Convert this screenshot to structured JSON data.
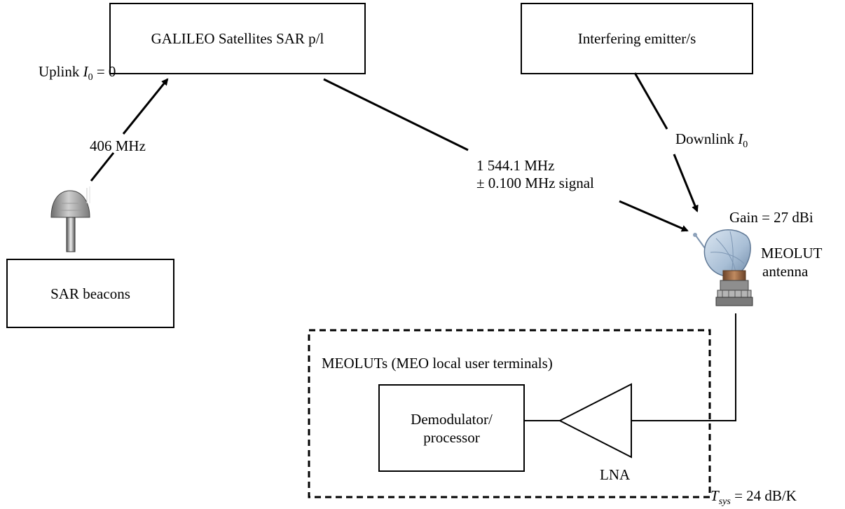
{
  "boxes": {
    "galileo": "GALILEO Satellites SAR p/l",
    "emitter": "Interfering emitter/s",
    "beacons": "SAR beacons",
    "demodulator_line1": "Demodulator/",
    "demodulator_line2": "processor"
  },
  "labels": {
    "uplink_prefix": "Uplink",
    "uplink_var": "I",
    "uplink_sub": "0",
    "uplink_suffix": "= 0",
    "uplink_freq": "406 MHz",
    "downlink_prefix": "Downlink",
    "downlink_var": "I",
    "downlink_sub": "0",
    "signal_line1": "1 544.1 MHz",
    "signal_line2": "± 0.100 MHz signal",
    "gain": "Gain = 27 dBi",
    "meolut_line1": "MEOLUT",
    "meolut_line2": "antenna",
    "meoluts_group": "MEOLUTs (MEO local user terminals)",
    "lna": "LNA",
    "tsys_var": "T",
    "tsys_sub": "sys",
    "tsys_suffix": "= 24 dB/K"
  },
  "icons": {
    "beacon": "beacon-antenna-icon",
    "dish": "satellite-dish-icon"
  },
  "colors": {
    "line": "#000000",
    "dish_blue": "#a9bfd6",
    "dish_brown": "#9a6a4a",
    "beacon_grey": "#8a8a8a"
  }
}
